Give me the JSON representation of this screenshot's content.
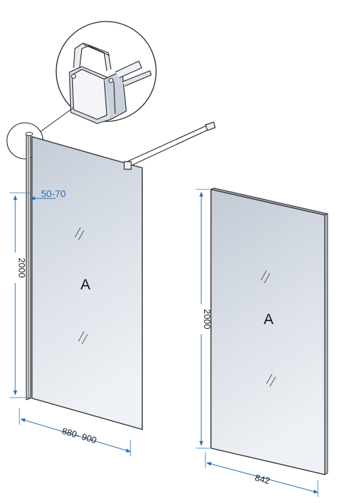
{
  "diagram": {
    "panel_left": {
      "label": "A",
      "height_label": "2000",
      "width_label": "880- 900",
      "offset_label": "50-70"
    },
    "panel_right": {
      "label": "A",
      "height_label": "2000",
      "width_label": "842"
    },
    "colors": {
      "dimension_blue": "#2a6fb3",
      "glass_top": "#c4ccd7",
      "glass_bottom": "#eef1f5",
      "frame": "#2b2b2b"
    }
  }
}
